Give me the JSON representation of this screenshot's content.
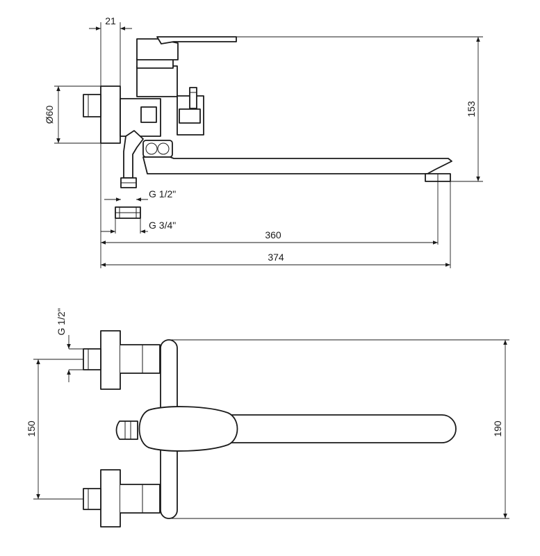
{
  "dimensions": {
    "width_21": "21",
    "diameter_60": "Ø60",
    "height_153": "153",
    "thread_half": "G 1/2\"",
    "thread_three_quarter": "G 3/4\"",
    "spout_360": "360",
    "overall_374": "374",
    "thread_half_top": "G 1/2\"",
    "centers_150": "150",
    "depth_190": "190"
  }
}
